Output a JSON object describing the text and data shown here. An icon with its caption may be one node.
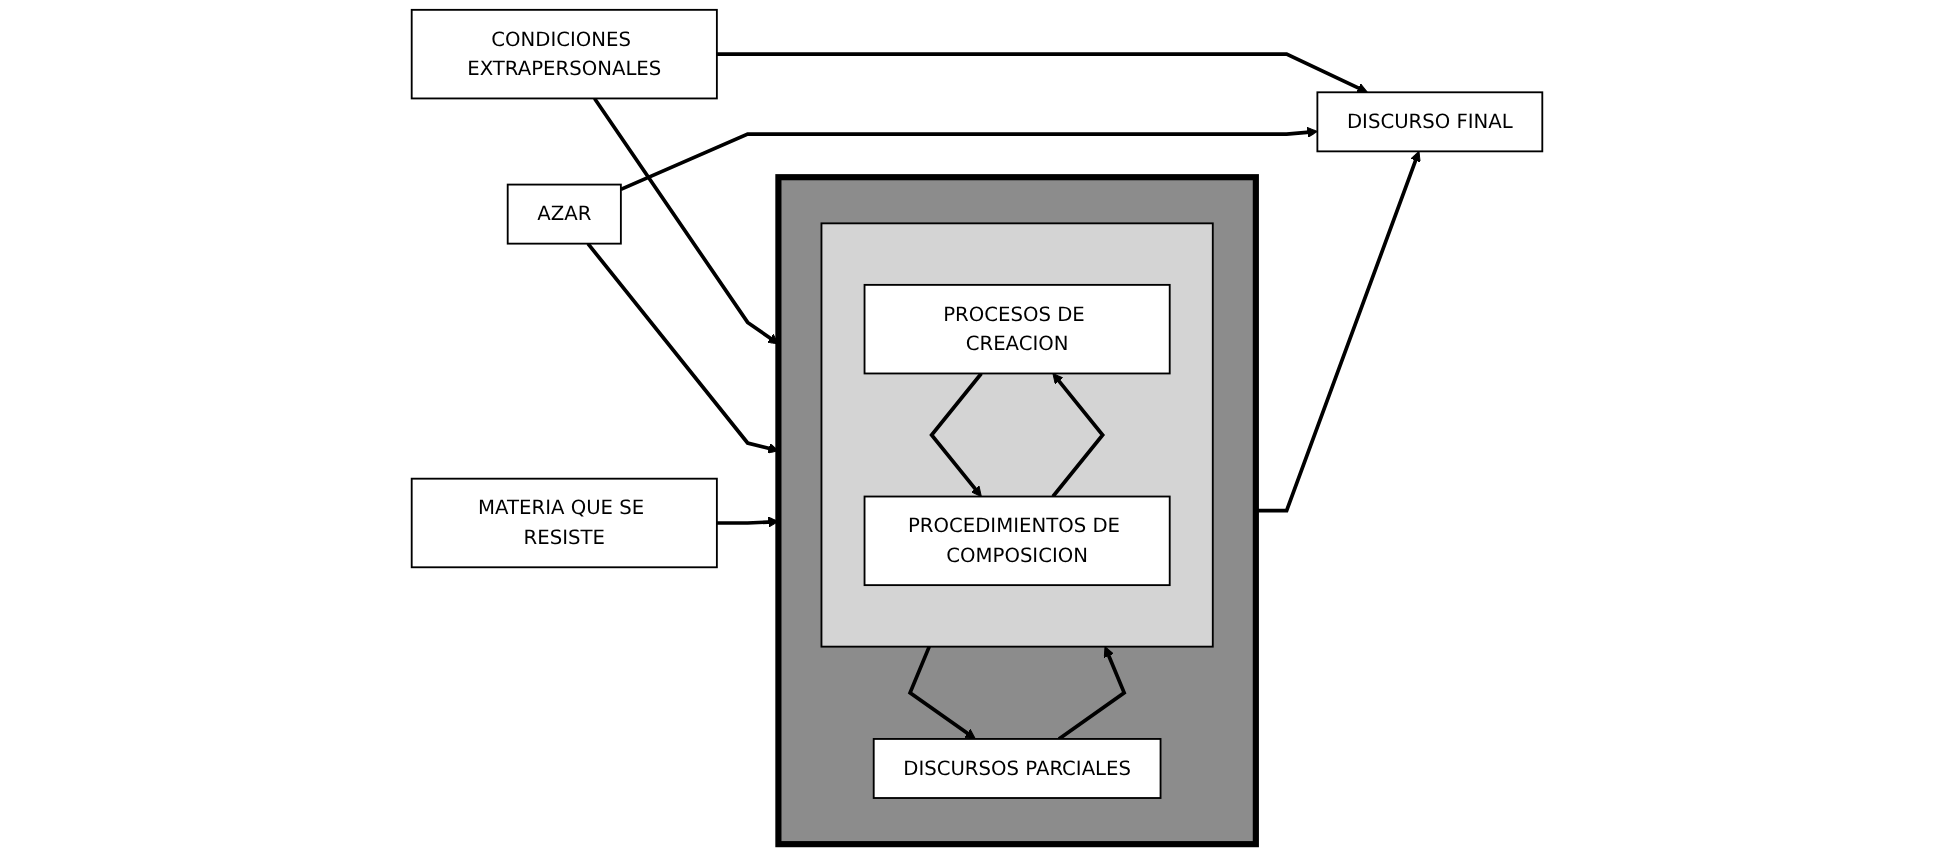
{
  "diagram": {
    "nodes": [
      {
        "text": [],
        "shape": "box"
      },
      {
        "text": [],
        "shape": "box",
        "in": 0
      },
      {
        "text": [
          "PROCESOS DE CREACION"
        ],
        "in": 1
      },
      {
        "text": [
          "PROCEDIMIENTOS DE COMPOSICION"
        ],
        "in": 1
      },
      {
        "text": [
          "DISCURSOS PARCIALES"
        ],
        "in": 0
      },
      {
        "text": [
          "DISCURSO FINAL"
        ]
      },
      {
        "text": [
          "CONDICIONES EXTRAPERSONALES"
        ]
      },
      {
        "text": [
          "AZAR"
        ]
      },
      {
        "text": [
          "MATERIA QUE SE RESISTE"
        ]
      }
    ],
    "edges": [
      {
        "from": 2,
        "to": 3,
        "arrow": "to"
      },
      {
        "from": 3,
        "to": 2,
        "arrow": "to"
      },
      {
        "from": 4,
        "to": 1,
        "arrow": "to"
      },
      {
        "from": 1,
        "to": 4,
        "arrow": "to"
      },
      {
        "from": 0,
        "to": 5,
        "arrow": "to"
      },
      {
        "from": 6,
        "to": 0,
        "arrow": "to"
      },
      {
        "from": 7,
        "to": 0,
        "arrow": "to"
      },
      {
        "from": 8,
        "to": 0,
        "arrow": "to"
      },
      {
        "from": 6,
        "to": 5,
        "arrow": "to"
      },
      {
        "from": 7,
        "to": 5,
        "arrow": "to"
      }
    ]
  }
}
